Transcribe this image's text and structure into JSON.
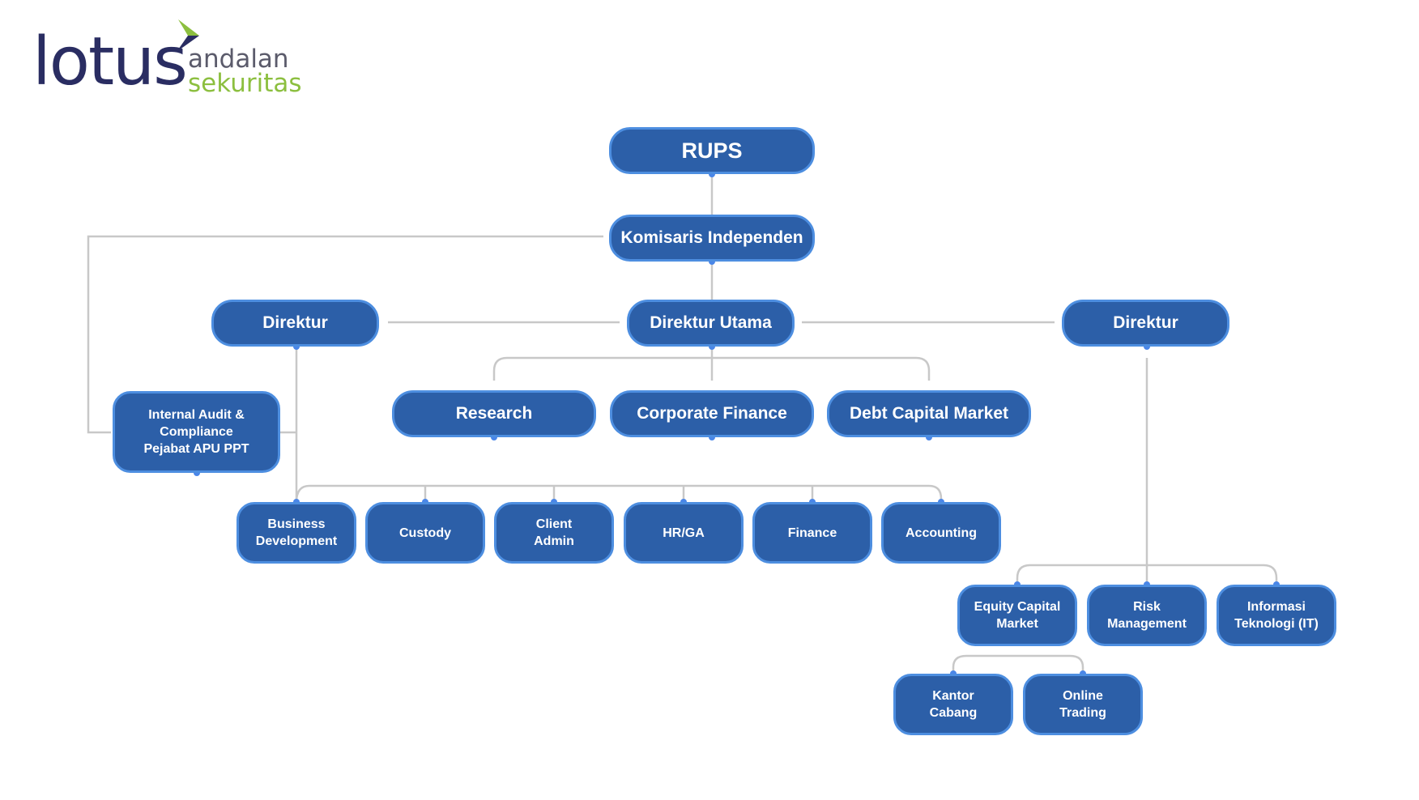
{
  "logo": {
    "brand": "lotus",
    "line1": "andalan",
    "line2": "sekuritas",
    "colors": {
      "navy": "#2a2d62",
      "green": "#8cbf3f"
    }
  },
  "org": {
    "rups": "RUPS",
    "komisaris": "Komisaris Independen",
    "direktur_left": "Direktur",
    "direktur_utama": "Direktur Utama",
    "direktur_right": "Direktur",
    "internal_audit": "Internal Audit &\nCompliance\nPejabat APU PPT",
    "research": "Research",
    "corporate_finance": "Corporate Finance",
    "debt_capital_market": "Debt Capital Market",
    "business_development": "Business\nDevelopment",
    "custody": "Custody",
    "client_admin": "Client\nAdmin",
    "hr_ga": "HR/GA",
    "finance": "Finance",
    "accounting": "Accounting",
    "equity_capital_market": "Equity Capital\nMarket",
    "risk_management": "Risk\nManagement",
    "informasi_teknologi": "Informasi\nTeknologi (IT)",
    "kantor_cabang": "Kantor\nCabang",
    "online_trading": "Online\nTrading"
  },
  "colors": {
    "box_fill": "#2c5fa8",
    "box_border": "#4d8ee0",
    "connector": "#c8c8c8",
    "dot": "#4a86e8"
  }
}
